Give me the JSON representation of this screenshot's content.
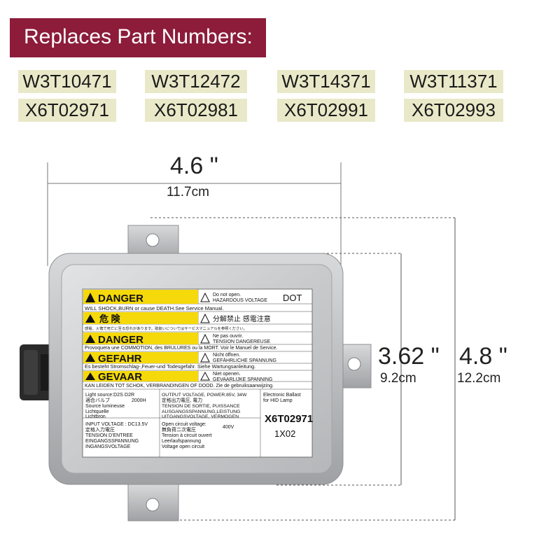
{
  "header": {
    "title": "Replaces Part Numbers:"
  },
  "part_numbers": {
    "row1": [
      "W3T10471",
      "W3T12472",
      "W3T14371",
      "W3T11371"
    ],
    "row2": [
      "X6T02971",
      "X6T02981",
      "X6T02991",
      "X6T02993"
    ]
  },
  "dimensions": {
    "width": {
      "inches": "4.6 \"",
      "cm": "11.7cm"
    },
    "body_height": {
      "inches": "3.62 \"",
      "cm": "9.2cm"
    },
    "total_height": {
      "inches": "4.8 \"",
      "cm": "12.2cm"
    }
  },
  "label": {
    "danger_en": "DANGER",
    "danger_en_text": "WILL SHOCK,BURN or cause DEATH.See Service Manual.",
    "do_not_open": "Do not open.",
    "hazardous_voltage": "HAZARDOUS VOLTAGE",
    "dot": "DOT",
    "danger_jp": "危 険",
    "jp_warn": "分解禁止 感電注意",
    "jp_text": "感電、火傷で死亡に至る恐れがあります。取扱いについてはサービスマニュアルを参照ください。",
    "danger_fr": "DANGER",
    "fr_warn1": "Ne pas ouvrir.",
    "fr_warn2": "TENSION DANGEREUSE",
    "fr_text": "Provoquera une COMMOTION, des BRULURES ou la MORT. Voir le Manuel de Service.",
    "gefahr": "GEFAHR",
    "de_warn1": "Nicht öffnen.",
    "de_warn2": "GEFÄHRLICHE SPANNUNG",
    "de_text": "Es besteht Stromschlag-,Feuer-und Todesgefahr. Siehe Wartungsanleitung.",
    "gevaar": "GEVAAR",
    "nl_warn1": "Niet openen.",
    "nl_warn2": "GEVAARLIJKE SPANNING",
    "nl_text": "KAN LEIDEN TOT SCHOK, VERBRANDINGEN OF DOOD. Zie de gebruiksaanwijzing.",
    "light_source": [
      "Light source:D2S·D2R",
      "適合バルブ",
      "Source lumineuse",
      "Lichtquelle",
      "Lichtbron"
    ],
    "hours": "2000H",
    "output_voltage": [
      "OUTPUT VOLTAGE, POWER:85V, 34W",
      "定格出力電圧, 電力",
      "TENSION DE SORTIE, PUISSANCE",
      "AUSGANGSSPANNUNG,LEISTUNG",
      "UITGANGSVOLTAGE, VERMOGEN"
    ],
    "ballast": [
      "Electronic Ballast",
      "for HID Lamp"
    ],
    "input_voltage": [
      "INPUT VOLTAGE : DC13.5V",
      "定格入力電圧",
      "TENSION D'ENTREE",
      "EINGANGSSPANNUNG",
      "INGANGSVOLTAGE"
    ],
    "open_circuit": [
      "Open circuit voltage:",
      "無負荷二次電圧",
      "Tension à circuit ouvert",
      "Leerlaufspannung",
      "Voltage open circuit"
    ],
    "open_circuit_value": "400V",
    "model": "X6T02971",
    "model_sub": "1X02"
  },
  "colors": {
    "banner": "#8c1c3a",
    "pn_bg": "#e9e9c9",
    "warning_yellow": "#f5d90a",
    "housing": "#c9cbcd"
  }
}
